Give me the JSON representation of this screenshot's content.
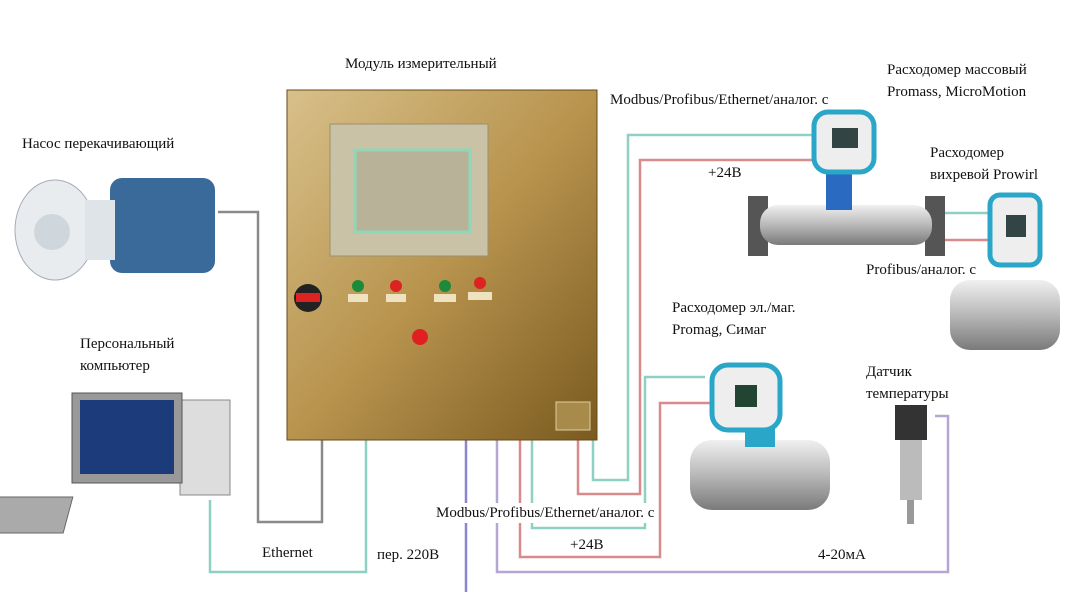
{
  "labels": {
    "module": "Модуль измерительный",
    "pump": "Насос перекачивающий",
    "pc_line1": "Персональный",
    "pc_line2": "компьютер",
    "mass_line1": "Расходомер массовый",
    "mass_line2": "Promass, MicroMotion",
    "vortex_line1": "Расходомер",
    "vortex_line2": "вихревой Prowirl",
    "mag_line1": "Расходомер эл./маг.",
    "mag_line2": "Promag, Симаг",
    "temp_line1": "Датчик",
    "temp_line2": "температуры",
    "bus_top": "Modbus/Profibus/Ethernet/аналог. с",
    "v24_top": "+24В",
    "profibus": "Profibus/аналог. с",
    "bus_bottom": "Modbus/Profibus/Ethernet/аналог. с",
    "v24_bottom": "+24В",
    "ethernet": "Ethernet",
    "power": "пер. 220В",
    "current": "4-20мА"
  },
  "colors": {
    "gray_wire": "#8a8a8a",
    "cyan_wire": "#8fd0c4",
    "red_wire": "#d98a8a",
    "purple_wire": "#8c86d0",
    "lavender_wire": "#b6a6d2",
    "panel": "#b8944e",
    "device_blue": "#2aa6c8"
  }
}
